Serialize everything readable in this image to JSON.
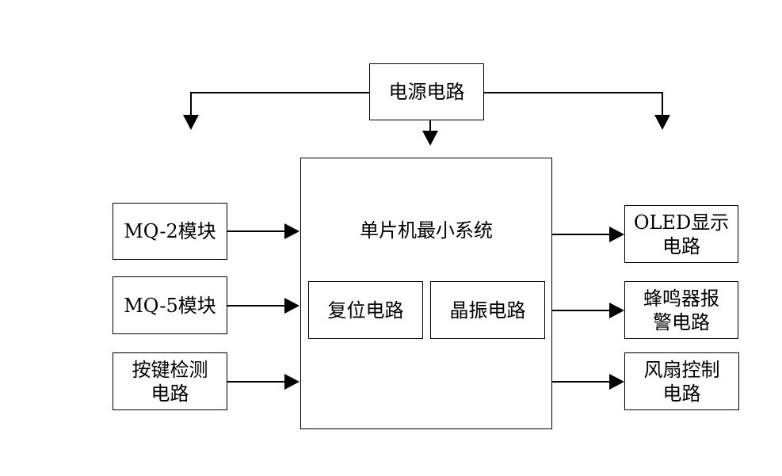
{
  "power": {
    "label": "电源电路"
  },
  "mcu": {
    "title": "单片机最小系统",
    "reset_label": "复位电路",
    "crystal_label": "晶振电路"
  },
  "inputs": {
    "mq2": {
      "label": "MQ-2模块"
    },
    "mq5": {
      "label": "MQ-5模块"
    },
    "key": {
      "line1": "按键检测",
      "line2": "电路"
    }
  },
  "outputs": {
    "oled": {
      "line1": "OLED显示",
      "line2": "电路"
    },
    "buzzer": {
      "line1": "蜂鸣器报",
      "line2": "警电路"
    },
    "fan": {
      "line1": "风扇控制",
      "line2": "电路"
    }
  }
}
